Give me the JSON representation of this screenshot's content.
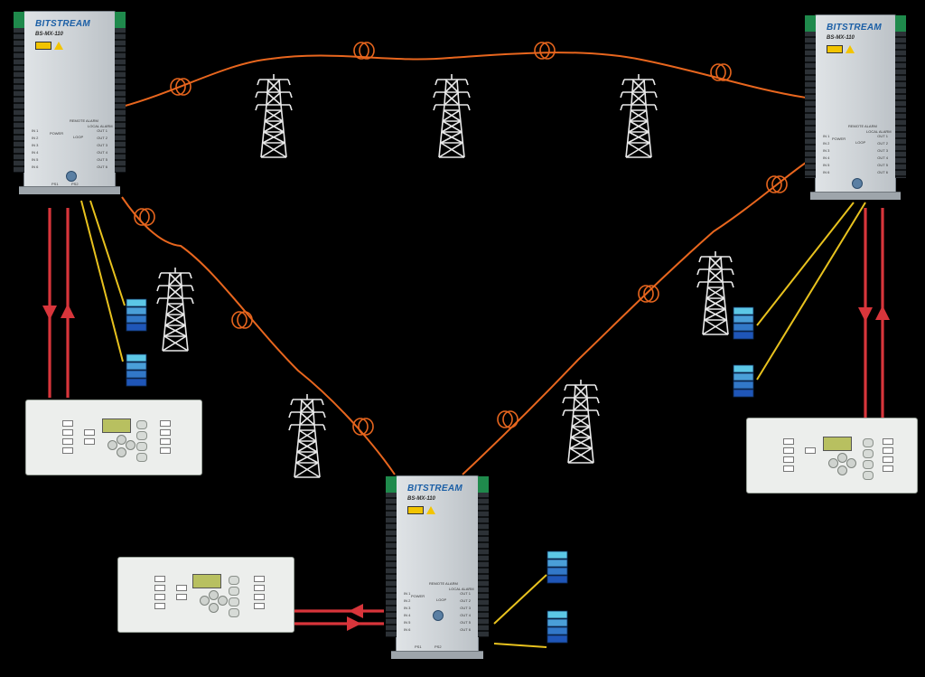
{
  "multiplexers": [
    {
      "id": "mux-top-left",
      "brand": "BITSTREAM",
      "model": "BS-MX-110"
    },
    {
      "id": "mux-top-right",
      "brand": "BITSTREAM",
      "model": "BS-MX-110"
    },
    {
      "id": "mux-bottom",
      "brand": "BITSTREAM",
      "model": "BS-MX-110"
    }
  ],
  "mux_panel": {
    "remote_alarm": "REMOTE ALARM",
    "local_alarm": "LOCAL ALARM",
    "power": "POWER",
    "loop": "LOOP",
    "inputs": [
      "IN 1",
      "IN 2",
      "IN 3",
      "IN 4",
      "IN 5",
      "IN 6"
    ],
    "outputs": [
      "OUT 1",
      "OUT 2",
      "OUT 3",
      "OUT 4",
      "OUT 5",
      "OUT 6"
    ],
    "ps1": "PS1",
    "ps2": "PS2"
  },
  "colors": {
    "fiber": "#e8661e",
    "signal_arrow": "#d8353b",
    "signal_wire": "#e8c21e",
    "stack_dark": "#1f56b8",
    "stack_light": "#5cc7e6"
  }
}
